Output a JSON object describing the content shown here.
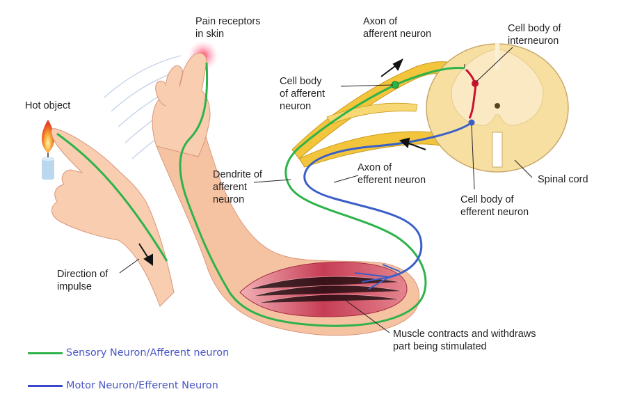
{
  "labels": {
    "pain_receptors": "Pain receptors\nin skin",
    "hot_object": "Hot object",
    "axon_afferent": "Axon of\nafferent neuron",
    "cell_body_interneuron": "Cell body of\ninterneuron",
    "cell_body_afferent": "Cell body\nof afferent\nneuron",
    "dendrite_afferent": "Dendrite of\nafferent\nneuron",
    "axon_efferent": "Axon of\nefferent neuron",
    "spinal_cord": "Spinal cord",
    "cell_body_efferent": "Cell body of\nefferent neuron",
    "direction_impulse": "Direction of\nimpulse",
    "muscle": "Muscle contracts and withdraws\npart being stimulated"
  },
  "legend": [
    {
      "label": "Sensory Neuron/Afferent neuron",
      "color": "#2db34a"
    },
    {
      "label": "Motor Neuron/Efferent Neuron",
      "color": "#3a47c8"
    }
  ],
  "colors": {
    "skin": "#f7c8a8",
    "skin_shadow": "#e7a783",
    "nerve": "#f2c53d",
    "spinal_cord": "#f6dfa0",
    "gray_matter": "#fbe9c4",
    "muscle": "#c94055",
    "sensory": "#2db34a",
    "motor": "#3a5fc8",
    "interneuron": "#c8102e",
    "flame": "#e8412a"
  }
}
